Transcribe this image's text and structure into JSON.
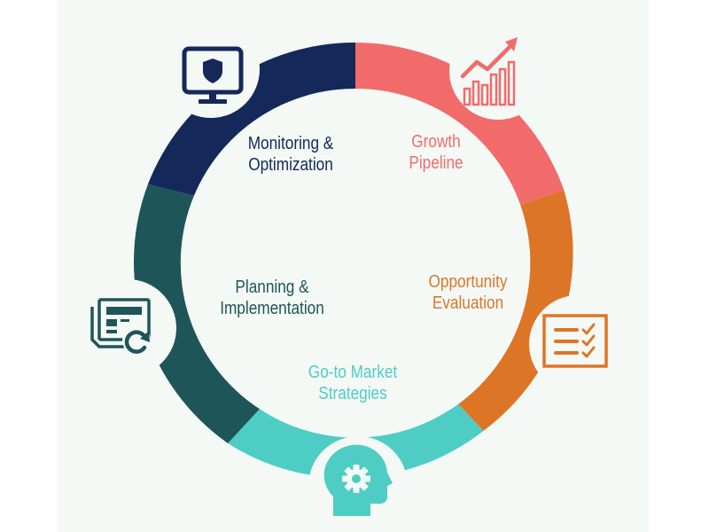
{
  "colors": {
    "background": "#f4f9f6",
    "navy": "#14285a",
    "coral": "#f26b6b",
    "orange": "#dd7526",
    "teal_light": "#4ecdc4",
    "teal_dark": "#1e5558"
  },
  "stages": [
    {
      "id": "monitoring",
      "lines": [
        "Monitoring &",
        "Optimization"
      ],
      "color": "#14285a",
      "icon": "monitor-shield-icon"
    },
    {
      "id": "growth",
      "lines": [
        "Growth",
        "Pipeline"
      ],
      "color": "#f26b6b",
      "icon": "growth-chart-icon"
    },
    {
      "id": "opportunity",
      "lines": [
        "Opportunity",
        "Evaluation"
      ],
      "color": "#dd7526",
      "icon": "checklist-icon"
    },
    {
      "id": "gotomarket",
      "lines": [
        "Go-to Market",
        "Strategies"
      ],
      "color": "#4ecdc4",
      "icon": "head-gear-icon"
    },
    {
      "id": "planning",
      "lines": [
        "Planning &",
        "Implementation"
      ],
      "color": "#1e5558",
      "icon": "document-refresh-icon"
    }
  ]
}
